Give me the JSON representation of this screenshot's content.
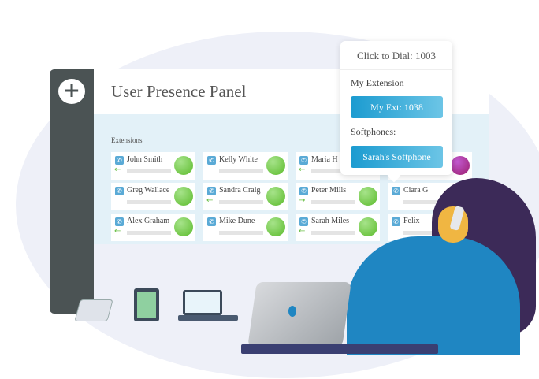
{
  "app": {
    "title": "User Presence Panel",
    "section_label": "Extensions",
    "logo_icon": "plus-chat-icon"
  },
  "extensions": [
    {
      "name": "John Smith",
      "direction": "incoming",
      "status": "available"
    },
    {
      "name": "Kelly White",
      "direction": "",
      "status": "available"
    },
    {
      "name": "Maria H",
      "direction": "incoming",
      "status": "available"
    },
    {
      "name": "",
      "direction": "",
      "status": "busy"
    },
    {
      "name": "Greg Wallace",
      "direction": "",
      "status": "available"
    },
    {
      "name": "Sandra Craig",
      "direction": "incoming",
      "status": "available"
    },
    {
      "name": "Peter Mills",
      "direction": "outgoing",
      "status": "available"
    },
    {
      "name": "Ciara G",
      "direction": "",
      "status": ""
    },
    {
      "name": "Alex Graham",
      "direction": "incoming",
      "status": "available"
    },
    {
      "name": "Mike Dune",
      "direction": "",
      "status": "available"
    },
    {
      "name": "Sarah Miles",
      "direction": "incoming",
      "status": "available"
    },
    {
      "name": "Felix",
      "direction": "",
      "status": ""
    }
  ],
  "popup": {
    "title": "Click to Dial: 1003",
    "my_extension_label": "My Extension",
    "my_extension_button": "My Ext: 1038",
    "softphones_label": "Softphones:",
    "softphone_button": "Sarah's Softphone"
  },
  "colors": {
    "available": "#5cbb2c",
    "busy": "#9b1e6e",
    "accent": "#1b9bd0",
    "sidebar": "#4b5354"
  }
}
